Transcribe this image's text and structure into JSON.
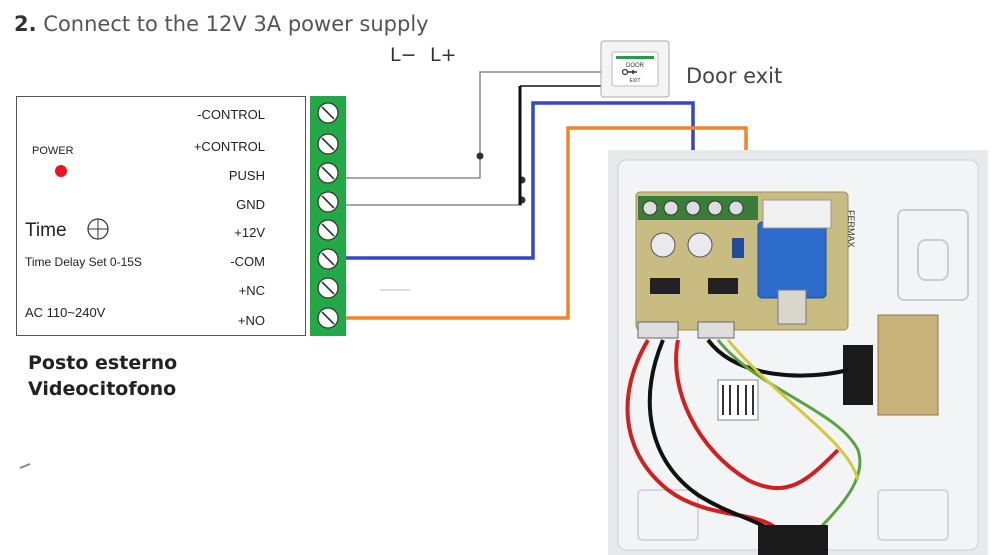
{
  "heading": {
    "step_number": "2.",
    "text": "Connect to the 12V 3A power supply"
  },
  "power_supply_labels": {
    "l_minus": "L−",
    "l_plus": "L+"
  },
  "door_exit": {
    "label": "Door exit",
    "button_text_top": "DOOR",
    "button_text_bottom": "EXIT"
  },
  "controller": {
    "power_label": "POWER",
    "time_label": "Time",
    "delay_label": "Time Delay Set 0-15S",
    "ac_label": "AC 110~240V",
    "terminals": [
      "-CONTROL",
      "+CONTROL",
      "PUSH",
      "GND",
      "+12V",
      "-COM",
      "+NC",
      "+NO"
    ]
  },
  "posto": {
    "line1": "Posto esterno",
    "line2": "Videocitofono"
  },
  "photo": {
    "brand_text": "FERMAX"
  },
  "colors": {
    "blue_wire": "#3547c6",
    "orange_wire": "#f0842a",
    "terminal_green": "#22a845",
    "led_red": "#e8141e"
  }
}
